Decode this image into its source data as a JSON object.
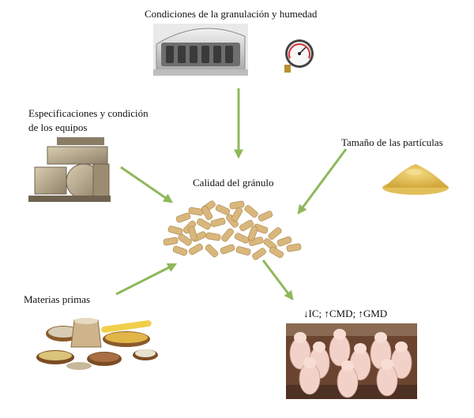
{
  "labels": {
    "conditions": "Condiciones de la granulación y humedad",
    "equipment_line1": "Especificaciones y condición",
    "equipment_line2": "de los equipos",
    "particle_size": "Tamaño de las partículas",
    "pellet_quality": "Calidad del gránulo",
    "raw_materials": "Materias primas",
    "outcome": "↓IC; ↑CMD; ↑GMD"
  },
  "colors": {
    "arrow": "#8fb85a",
    "pellet": "#d9b77c",
    "corn": "#e3c05a"
  },
  "images": [
    {
      "id": "conditioner-machine",
      "icon": "mixer-machine-photo"
    },
    {
      "id": "pressure-gauge",
      "icon": "gauge-icon"
    },
    {
      "id": "pellet-mill",
      "icon": "pellet-mill-photo"
    },
    {
      "id": "ground-corn",
      "icon": "ground-meal-pile"
    },
    {
      "id": "pellets",
      "icon": "pellet-pile"
    },
    {
      "id": "grains",
      "icon": "grain-bowls-photo"
    },
    {
      "id": "pigs",
      "icon": "pig-pen-photo"
    }
  ]
}
